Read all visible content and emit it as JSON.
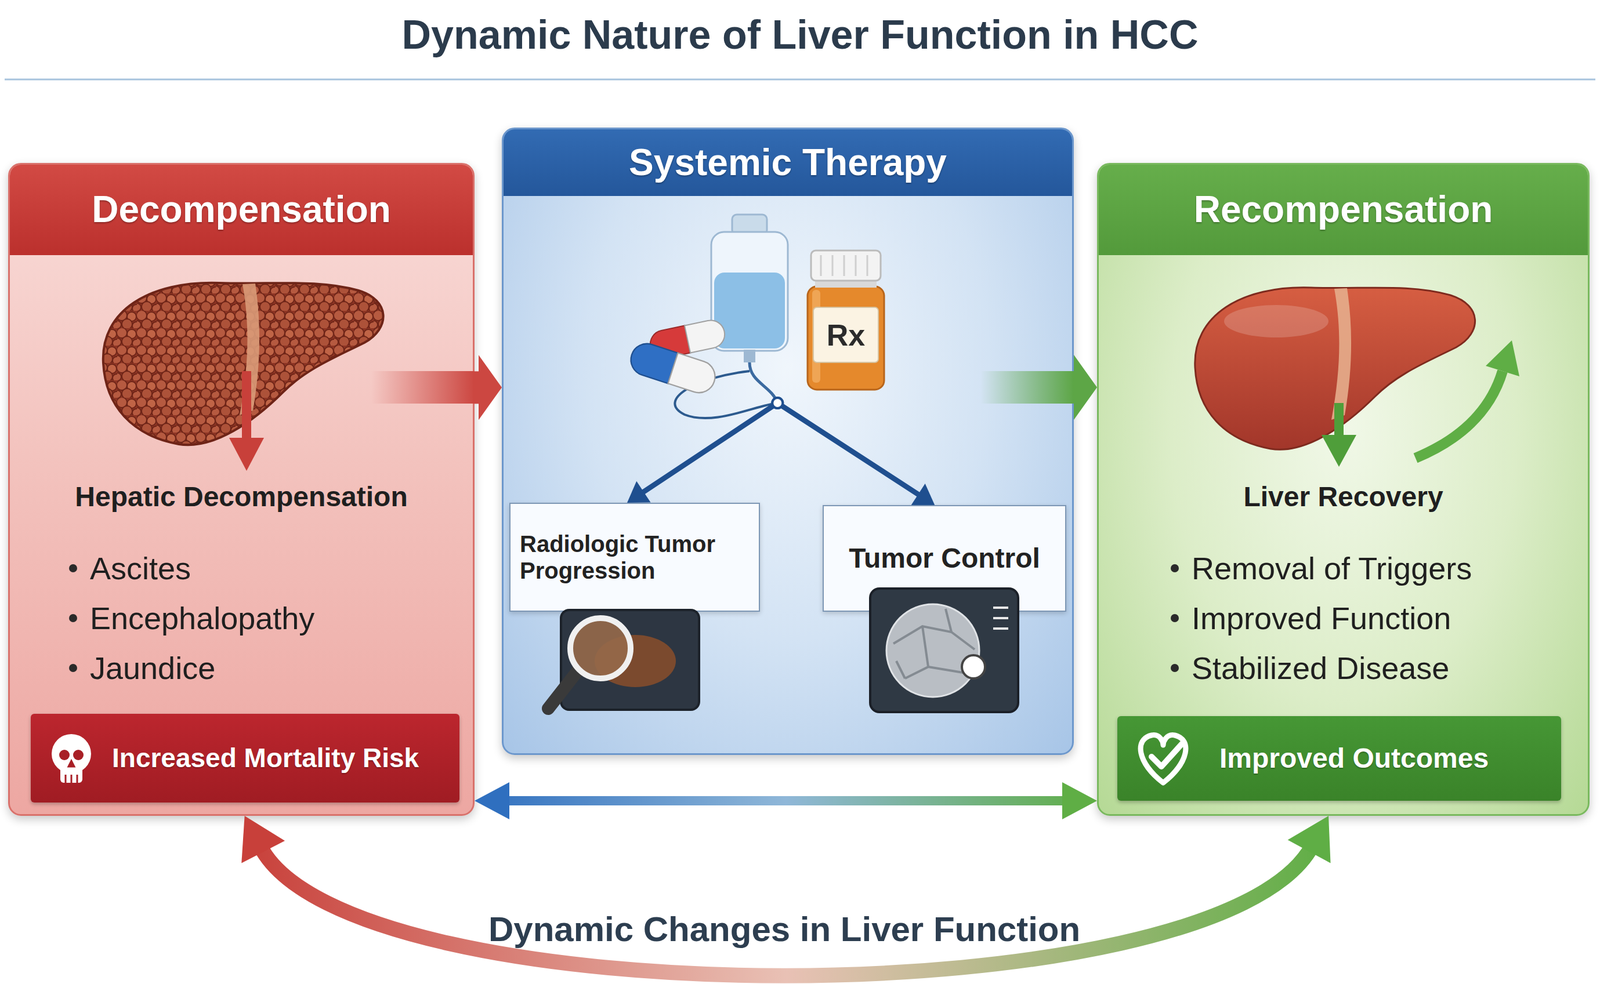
{
  "diagram": {
    "title": "Dynamic Nature of Liver Function in HCC",
    "nodes": [
      {
        "text": [
          "Decompensation",
          "Hepatic Decompensation",
          "Ascites",
          "Encephalopathy",
          "Jaundice"
        ]
      },
      {
        "text": [
          "Increased Mortality Risk"
        ],
        "in": 0
      },
      {
        "text": [
          "Systemic Therapy"
        ]
      },
      {
        "text": [
          "Radiologic Tumor Progression"
        ],
        "in": 2
      },
      {
        "text": [
          "Tumor Control"
        ],
        "in": 2
      },
      {
        "text": [
          "Recompensation",
          "Liver Recovery",
          "Removal of Triggers",
          "Improved Function",
          "Stabilized Disease"
        ]
      },
      {
        "text": [
          "Improved Outcomes"
        ],
        "in": 5
      }
    ],
    "edges": [
      {
        "from": 0,
        "to": 2,
        "arrow": "to"
      },
      {
        "from": 2,
        "to": 5,
        "arrow": "to"
      },
      {
        "from": 2,
        "to": 3,
        "arrow": "to"
      },
      {
        "from": 2,
        "to": 4,
        "arrow": "to"
      },
      {
        "from": 0,
        "to": 5,
        "arrow": "both"
      },
      {
        "from": 0,
        "to": 5,
        "arrow": "both",
        "label": "Dynamic Changes in Liver Function"
      }
    ],
    "labels": [
      "Rx"
    ]
  }
}
